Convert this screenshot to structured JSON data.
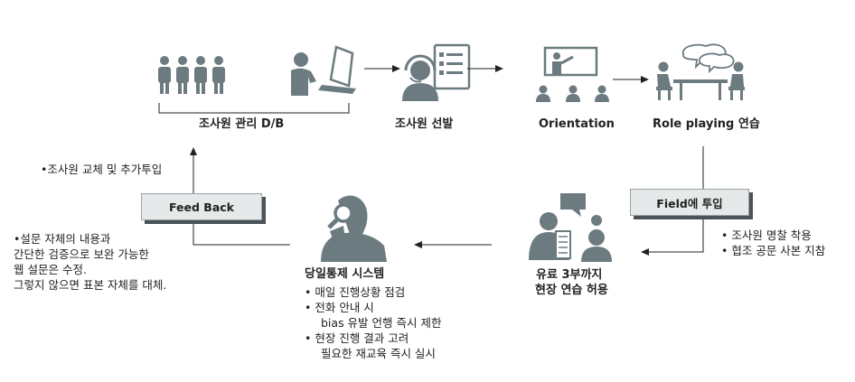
{
  "colors": {
    "icon": "#6b7b80",
    "line": "#222222",
    "box_bg": "#e6e9ea",
    "box_shadow": "#4a5359"
  },
  "icons": [
    "people-group-icon",
    "computer-worker-icon",
    "headset-checklist-icon",
    "presentation-icon",
    "role-playing-icon",
    "magnifier-person-icon",
    "discussion-icon"
  ],
  "nodes": {
    "db": "조사원 관리 D/B",
    "select": "조사원 선발",
    "orientation": "Orientation",
    "roleplay": "Role playing  연습",
    "field": "Field에 투입",
    "practice_line1": "유료 3부까지",
    "practice_line2": "현장 연습 허용",
    "control": "당일통제 시스템",
    "feedback": "Feed Back"
  },
  "notes": {
    "field": [
      "• 조사원 명찰 착용",
      "• 협조 공문 사본 지참"
    ],
    "control": [
      "• 매일 진행상황 점검",
      "• 전화 안내 시",
      "   bias 유발 언행 즉시 제한",
      "• 현장 진행 결과 고려",
      "   필요한 재교육 즉시 실시"
    ],
    "replace": "•조사원 교체 및 추가투입",
    "survey": [
      "•설문 자체의 내용과",
      "  간단한 검증으로 보완 가능한",
      "  웹 설문은 수정.",
      "  그렇지 않으면 표본 자체를 대체."
    ]
  }
}
